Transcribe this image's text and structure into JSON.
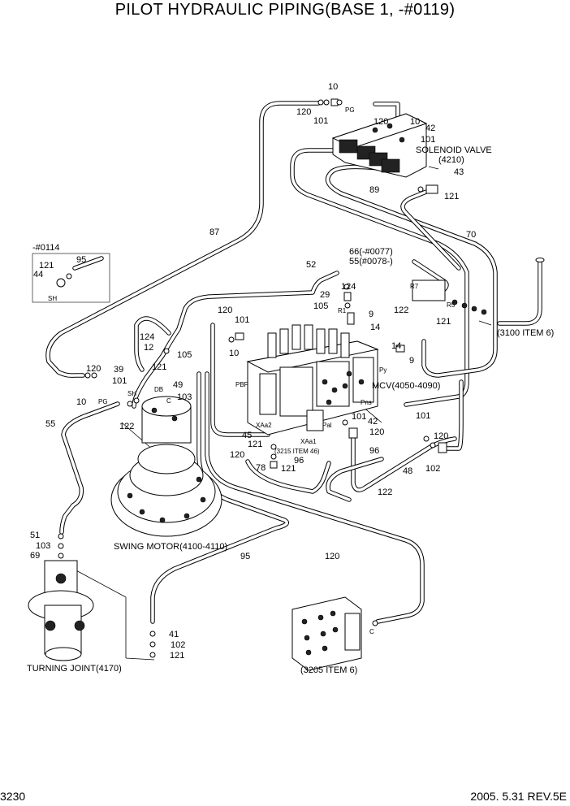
{
  "title": "PILOT HYDRAULIC PIPING(BASE 1, -#0119)",
  "page_number": "3230",
  "revision": "2005. 5.31  REV.5E",
  "components": {
    "solenoid_valve": "SOLENOID VALVE",
    "solenoid_valve_ref": "(4210)",
    "mcv": "MCV(4050-4090)",
    "swing_motor": "SWING MOTOR(4100-4110)",
    "turning_joint": "TURNING JOINT(4170)",
    "item_3100": "(3100 ITEM 6)",
    "item_3205": "(3205 ITEM 6)",
    "item_3215": "(3215 ITEM 46)",
    "detail_serial": "-#0114",
    "serial_66": "66(-#0077)",
    "serial_55": "55(#0078-)"
  },
  "ports": [
    "PG",
    "PG",
    "SH",
    "SH",
    "PBF",
    "Py",
    "Pns",
    "Pal",
    "XAa2",
    "XAa1",
    "R1",
    "R7",
    "R5",
    "DB",
    "C",
    "C"
  ],
  "labels": [
    "10",
    "120",
    "101",
    "120",
    "10",
    "42",
    "101",
    "43",
    "121",
    "89",
    "87",
    "70",
    "44",
    "121",
    "95",
    "52",
    "29",
    "124",
    "105",
    "9",
    "14",
    "122",
    "121",
    "120",
    "101",
    "10",
    "124",
    "12",
    "105",
    "39",
    "101",
    "121",
    "49",
    "103",
    "120",
    "10",
    "122",
    "55",
    "9",
    "14",
    "101",
    "42",
    "120",
    "101",
    "120",
    "48",
    "102",
    "45",
    "121",
    "120",
    "78",
    "121",
    "96",
    "96",
    "122",
    "51",
    "103",
    "69",
    "95",
    "120",
    "41",
    "102",
    "121"
  ]
}
